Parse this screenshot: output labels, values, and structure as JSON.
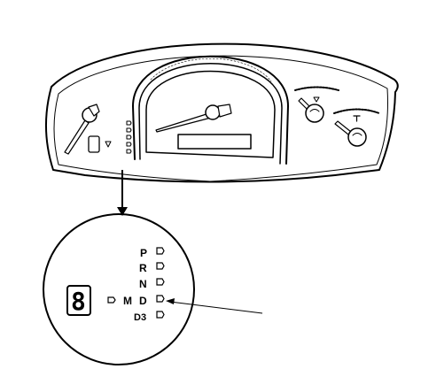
{
  "diagram": {
    "segment_display_value": "8",
    "mode_label": "M",
    "gears": [
      "P",
      "R",
      "N",
      "D",
      "D3"
    ]
  }
}
